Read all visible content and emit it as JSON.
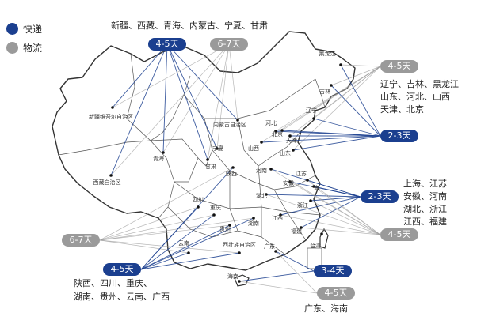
{
  "legend": [
    {
      "label": "快递",
      "color": "#1b3f8f"
    },
    {
      "label": "物流",
      "color": "#9a9a9a"
    }
  ],
  "groups": {
    "northwest": {
      "provinces": "新疆、西藏、青海、内蒙古、宁夏、甘肃",
      "express": "4-5天",
      "logistics": "6-7天"
    },
    "northeast": {
      "provinces_line1": "辽宁、吉林、黑龙江",
      "provinces_line2": "山东、河北、山西",
      "provinces_line3": "天津、北京",
      "express": "2-3天",
      "logistics": "4-5天"
    },
    "east": {
      "provinces_line1": "上海、江苏",
      "provinces_line2": "安徽、河南",
      "provinces_line3": "湖北、浙江",
      "provinces_line4": "江西、福建",
      "express": "2-3天",
      "logistics": "4-5天"
    },
    "southwest": {
      "provinces_line1": "陕西、四川、重庆、",
      "provinces_line2": "湖南、贵州、云南、广西",
      "express": "4-5天",
      "logistics": "6-7天"
    },
    "south": {
      "provinces": "广东、海南",
      "express": "3-4天",
      "logistics": "4-5天"
    }
  },
  "provinces": [
    {
      "id": "xinjiang",
      "name": "新疆维吾尔自治区"
    },
    {
      "id": "xizang",
      "name": "西藏自治区"
    },
    {
      "id": "qinghai",
      "name": "青海"
    },
    {
      "id": "gansu",
      "name": "甘肃"
    },
    {
      "id": "neimenggu",
      "name": "内蒙古自治区"
    },
    {
      "id": "ningxia",
      "name": "宁夏"
    },
    {
      "id": "heilongjiang",
      "name": "黑龙江"
    },
    {
      "id": "jilin",
      "name": "吉林"
    },
    {
      "id": "liaoning",
      "name": "辽宁"
    },
    {
      "id": "hebei",
      "name": "河北"
    },
    {
      "id": "beijing",
      "name": "北京"
    },
    {
      "id": "tianjin",
      "name": "天津"
    },
    {
      "id": "shanxi",
      "name": "山西"
    },
    {
      "id": "shandong",
      "name": "山东"
    },
    {
      "id": "shaanxi",
      "name": "陕西"
    },
    {
      "id": "henan",
      "name": "河南"
    },
    {
      "id": "jiangsu",
      "name": "江苏"
    },
    {
      "id": "anhui",
      "name": "安徽"
    },
    {
      "id": "shanghai",
      "name": "上海"
    },
    {
      "id": "hubei",
      "name": "湖北"
    },
    {
      "id": "zhejiang",
      "name": "浙江"
    },
    {
      "id": "sichuan",
      "name": "四川"
    },
    {
      "id": "chongqing",
      "name": "重庆"
    },
    {
      "id": "hunan",
      "name": "湖南"
    },
    {
      "id": "jiangxi",
      "name": "江西"
    },
    {
      "id": "guizhou",
      "name": "贵州"
    },
    {
      "id": "yunnan",
      "name": "云南"
    },
    {
      "id": "fujian",
      "name": "福建"
    },
    {
      "id": "taiwan",
      "name": "台湾"
    },
    {
      "id": "guangxi",
      "name": "西壮族自治区"
    },
    {
      "id": "guangdong",
      "name": "广东"
    },
    {
      "id": "hainan",
      "name": "海南"
    }
  ],
  "colors": {
    "express": "#1b3f8f",
    "logistics": "#9a9a9a",
    "border": "#333333"
  }
}
